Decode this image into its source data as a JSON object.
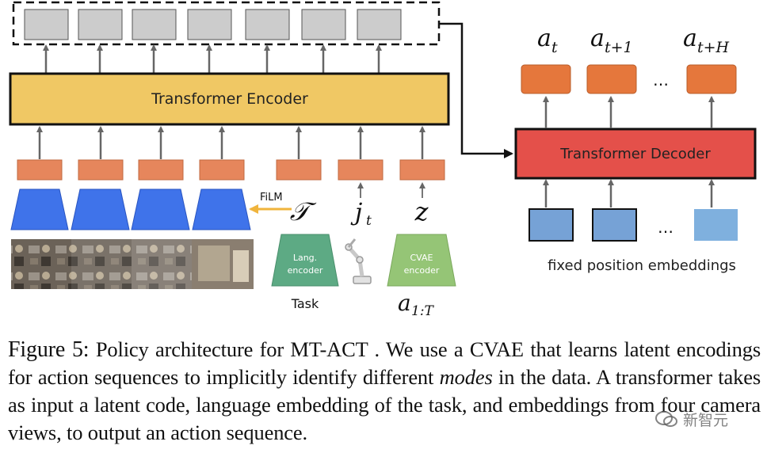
{
  "diagram": {
    "encoder_label": "Transformer Encoder",
    "decoder_label": "Transformer Decoder",
    "film_label": "FiLM",
    "task_symbol": "𝒯",
    "joint_symbol": "j",
    "joint_sub": "t",
    "latent_symbol": "z",
    "lang_encoder_line1": "Lang.",
    "lang_encoder_line2": "encoder",
    "cvae_encoder_line1": "CVAE",
    "cvae_encoder_line2": "encoder",
    "task_label": "Task",
    "action_seq_base": "a",
    "action_seq_sub": "1:T",
    "output_a_base": "a",
    "outputs_sub": [
      "t",
      "t+1",
      "t+H"
    ],
    "ellipsis": "…",
    "fixed_pos_label": "fixed position embeddings"
  },
  "colors": {
    "encoder_fill": "#f0c864",
    "decoder_fill": "#e4504a",
    "token_orange": "#e6865c",
    "output_orange": "#e5773c",
    "camera_blue": "#3f73ea",
    "pos_blue": "#76a2d6",
    "lang_green": "#5daa84",
    "cvae_green": "#95c576",
    "film_arrow": "#f0b43c",
    "gray_box": "#cccccc"
  },
  "caption": {
    "figure_label": "Figure 5:",
    "text_before_emphasis": "Policy architecture for MT-ACT . We use a CVAE that learns latent encodings for action sequences to implicitly identify different",
    "emphasis": "modes",
    "text_after_emphasis": "in the data. A transformer takes as input a latent code, language embedding of the task, and embeddings from four camera views, to output an action sequence."
  },
  "watermark": {
    "text": "新智元"
  }
}
